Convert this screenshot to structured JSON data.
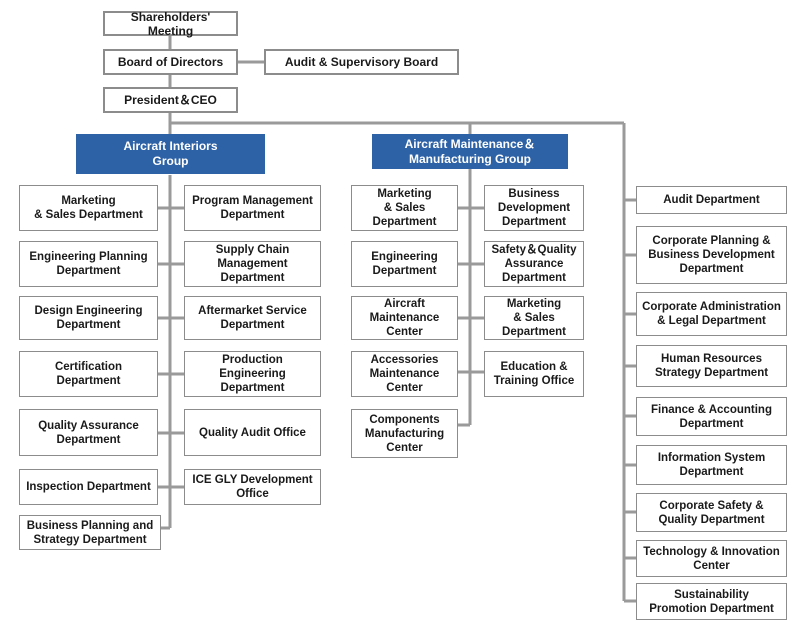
{
  "top": {
    "shareholders": "Shareholders' Meeting",
    "board": "Board of Directors",
    "audit_board": "Audit & Supervisory Board",
    "president": "President＆CEO"
  },
  "groups": {
    "interiors": "Aircraft Interiors\nGroup",
    "maintenance": "Aircraft Maintenance＆\nManufacturing Group"
  },
  "interiors_left": [
    "Marketing\n& Sales Department",
    "Engineering Planning\nDepartment",
    "Design Engineering\nDepartment",
    "Certification\nDepartment",
    "Quality Assurance\nDepartment",
    "Inspection Department",
    "Business Planning and\nStrategy Department"
  ],
  "interiors_right": [
    "Program Management\nDepartment",
    "Supply Chain\nManagement\nDepartment",
    "Aftermarket Service\nDepartment",
    "Production\nEngineering\nDepartment",
    "Quality Audit Office",
    "ICE GLY Development\nOffice"
  ],
  "maintenance_left": [
    "Marketing\n& Sales\nDepartment",
    "Engineering\nDepartment",
    "Aircraft\nMaintenance\nCenter",
    "Accessories\nMaintenance\nCenter",
    "Components\nManufacturing\nCenter"
  ],
  "maintenance_right": [
    "Business\nDevelopment\nDepartment",
    "Safety＆Quality\nAssurance\nDepartment",
    "Marketing\n& Sales\nDepartment",
    "Education &\nTraining Office"
  ],
  "corporate": [
    "Audit Department",
    "Corporate Planning   &\nBusiness Development\nDepartment",
    "Corporate Administration\n& Legal Department",
    "Human Resources\nStrategy Department",
    "Finance & Accounting\nDepartment",
    "Information System\nDepartment",
    "Corporate Safety &\nQuality Department",
    "Technology & Innovation\nCenter",
    "Sustainability\nPromotion Department"
  ]
}
